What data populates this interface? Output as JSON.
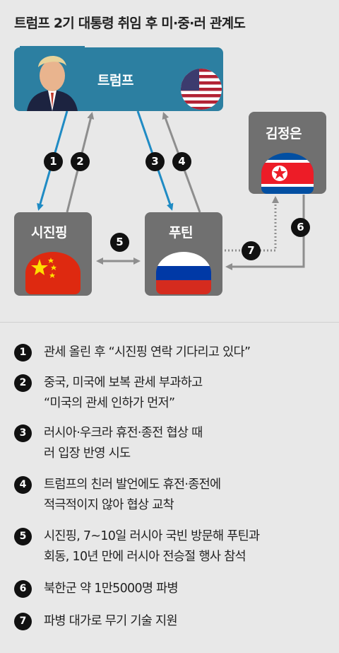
{
  "title": "트럼프 2기 대통령 취임 후 미·중·러 관계도",
  "nodes": {
    "trump": "트럼프",
    "xi": "시진핑",
    "putin": "푸틴",
    "kim": "김정은"
  },
  "arrow_numbers": [
    "1",
    "2",
    "3",
    "4",
    "5",
    "6",
    "7"
  ],
  "legend": [
    {
      "num": "1",
      "text": "관세 올린 후 “시진핑 연락 기다리고 있다”"
    },
    {
      "num": "2",
      "text": "중국, 미국에 보복 관세 부과하고\n“미국의 관세 인하가 먼저”"
    },
    {
      "num": "3",
      "text": "러시아·우크라 휴전·종전 협상 때\n러 입장 반영 시도"
    },
    {
      "num": "4",
      "text": "트럼프의 친러 발언에도 휴전·종전에\n적극적이지 않아 협상 교착"
    },
    {
      "num": "5",
      "text": "시진핑, 7~10일 러시아 국빈 방문해 푸틴과\n회동, 10년 만에 러시아 전승절 행사 참석"
    },
    {
      "num": "6",
      "text": "북한군 약 1만5000명 파병"
    },
    {
      "num": "7",
      "text": "파병 대가로 무기 기술 지원"
    }
  ],
  "colors": {
    "trump_box": "#2c7fa1",
    "arrow_blue": "#1f8bc4",
    "arrow_gray": "#8e8e8e",
    "node_gray": "#707070",
    "background": "#e8e8e8"
  }
}
